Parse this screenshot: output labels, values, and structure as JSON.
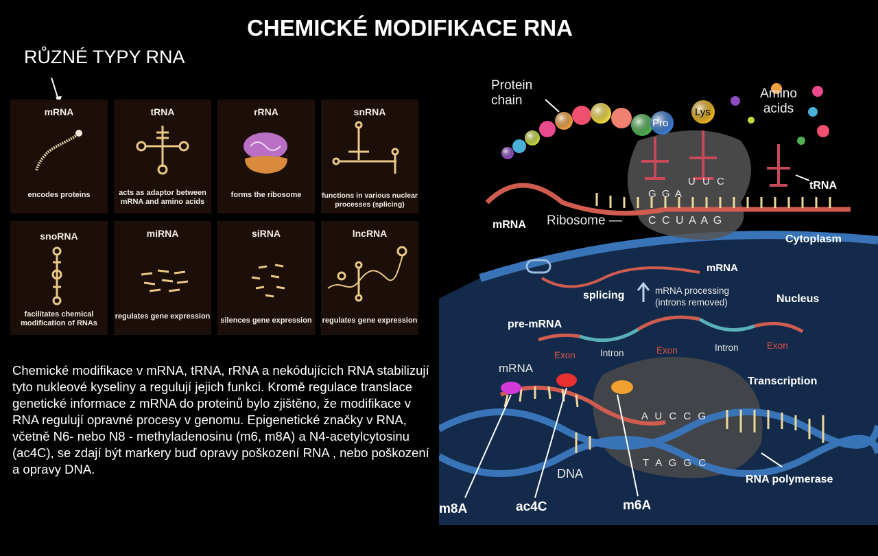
{
  "title": "CHEMICKÉ MODIFIKACE RNA",
  "subtitle": "RŮZNÉ TYPY RNA",
  "rna_types": [
    {
      "name": "mRNA",
      "desc": "encodes proteins"
    },
    {
      "name": "tRNA",
      "desc": "acts as adaptor between mRNA and amino acids"
    },
    {
      "name": "rRNA",
      "desc": "forms the ribosome"
    },
    {
      "name": "snRNA",
      "desc": "functions in various nuclear processes (splicing)"
    },
    {
      "name": "snoRNA",
      "desc": "facilitates chemical modification of RNAs"
    },
    {
      "name": "miRNA",
      "desc": "regulates gene expression"
    },
    {
      "name": "siRNA",
      "desc": "silences gene expression"
    },
    {
      "name": "lncRNA",
      "desc": "regulates gene expression"
    }
  ],
  "paragraph": "Chemické modifikace v mRNA, tRNA, rRNA a nekódujících RNA stabilizují tyto nukleové kyseliny a regulují jejich funkci. Kromě regulace translace genetické informace z mRNA do proteinů bylo zjištěno, že modifikace v RNA regulují opravné procesy v genomu. Epigenetické značky v RNA, včetně N6- nebo N8 - methyladenosinu (m6, m8A) a N4-acetylcytosinu (ac4C), se zdají být markery buď opravy poškození RNA , nebo poškození a opravy DNA.",
  "diagram": {
    "protein_chain": "Protein chain",
    "amino_acids": "Amino acids",
    "pro": "Pro",
    "lys": "Lys",
    "trna": "tRNA",
    "mrna_top": "mRNA",
    "ribosome": "Ribosome —",
    "codon_top": "G G A",
    "anticodon_uuc": "U U C",
    "codon_bottom": "C C U A A G",
    "cytoplasm": "Cytoplasm",
    "mrna_nucleus": "mRNA",
    "splicing": "splicing",
    "mrna_processing": "mRNA processing (introns removed)",
    "nucleus": "Nucleus",
    "pre_mrna": "pre-mRNA",
    "exon": "Exon",
    "intron": "Intron",
    "transcription": "Transcription",
    "mrna_bottom": "mRNA",
    "aucc": "A U C C G",
    "taggc": "T A G G C",
    "dna": "DNA",
    "rna_polymerase": "RNA  polymerase",
    "m8a": "m8A",
    "ac4c": "ac4C",
    "m6a": "m6A"
  }
}
